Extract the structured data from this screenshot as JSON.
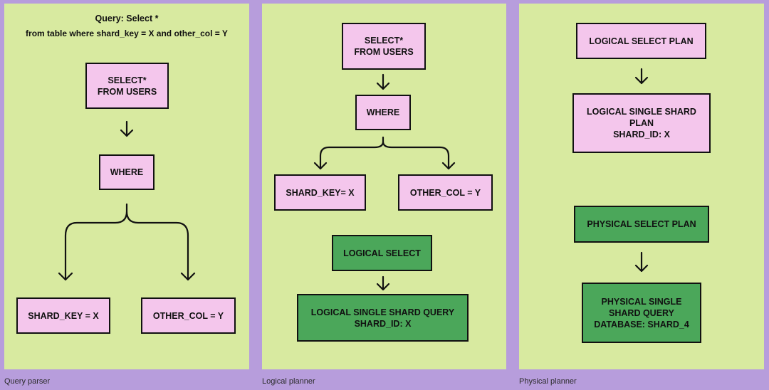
{
  "panels": [
    {
      "caption": "Query parser",
      "query_line1": "Query: Select *",
      "query_line2": "from table where shard_key = X and other_col = Y",
      "boxes": {
        "select": [
          "SELECT*",
          "FROM USERS"
        ],
        "where": "WHERE",
        "shard_key": "SHARD_KEY = X",
        "other_col": "OTHER_COL = Y"
      }
    },
    {
      "caption": "Logical planner",
      "boxes": {
        "select": [
          "SELECT*",
          "FROM USERS"
        ],
        "where": "WHERE",
        "shard_key": "SHARD_KEY= X",
        "other_col": "OTHER_COL = Y",
        "logical_select": "LOGICAL SELECT",
        "logical_single": [
          "LOGICAL SINGLE SHARD QUERY",
          "SHARD_ID: X"
        ]
      }
    },
    {
      "caption": "Physical planner",
      "boxes": {
        "logical_select_plan": "LOGICAL SELECT PLAN",
        "logical_single_plan": [
          "LOGICAL SINGLE SHARD",
          "PLAN",
          "SHARD_ID: X"
        ],
        "physical_select_plan": "PHYSICAL SELECT PLAN",
        "physical_single": [
          "PHYSICAL SINGLE",
          "SHARD QUERY",
          "DATABASE: SHARD_4"
        ]
      }
    }
  ],
  "colors": {
    "background": "#b79ddc",
    "panel": "#d8eaa0",
    "pink": "#f4c6ec",
    "green": "#4ba75a"
  }
}
